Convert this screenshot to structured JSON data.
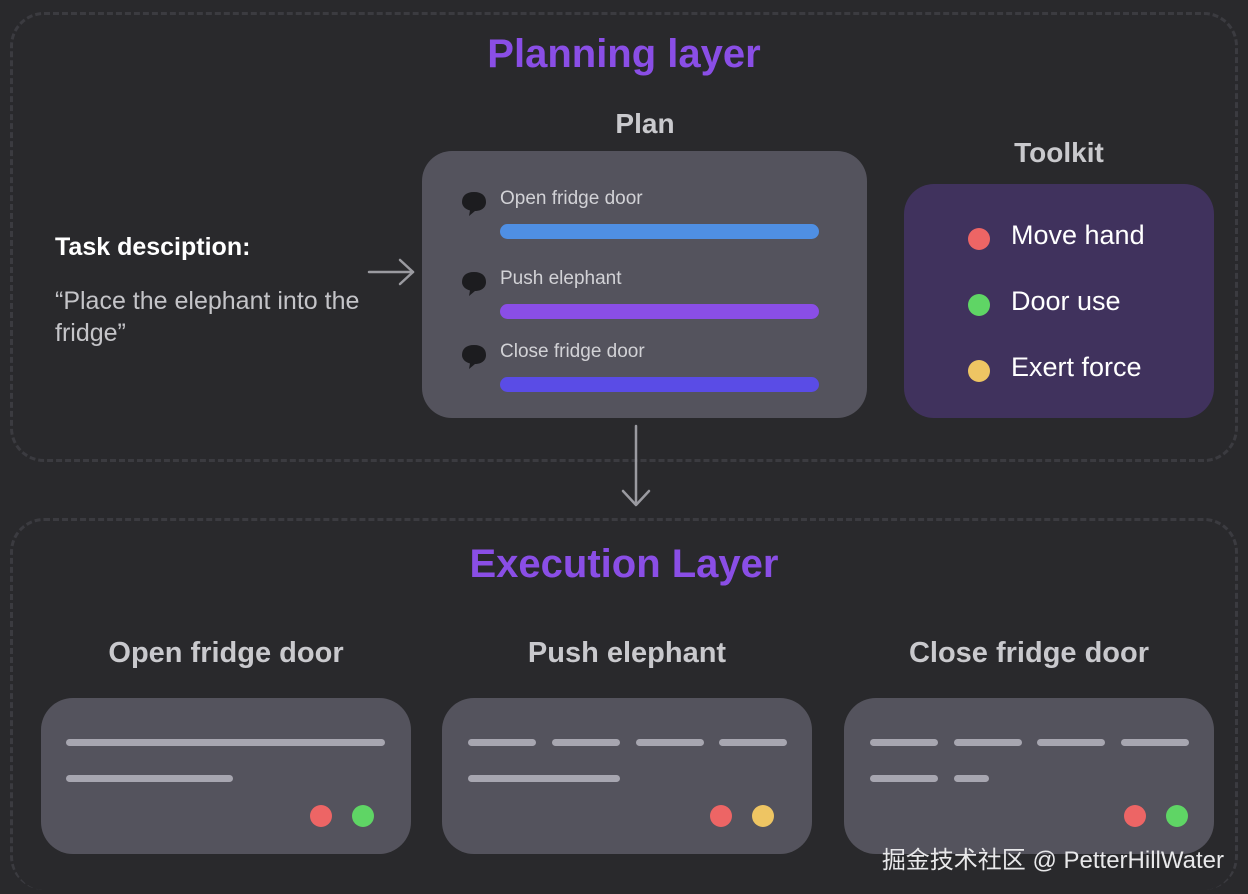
{
  "planning_layer": {
    "title": "Planning layer",
    "task": {
      "label": "Task desciption:",
      "text": "“Place the elephant into the fridge”"
    },
    "plan": {
      "heading": "Plan",
      "steps": [
        {
          "label": "Open fridge door",
          "color": "#4f8fe3"
        },
        {
          "label": "Push elephant",
          "color": "#8a4ee6"
        },
        {
          "label": "Close fridge door",
          "color": "#5a4ce6"
        }
      ]
    },
    "toolkit": {
      "heading": "Toolkit",
      "items": [
        {
          "label": "Move hand",
          "color": "#ed6565"
        },
        {
          "label": "Door use",
          "color": "#5fd565"
        },
        {
          "label": "Exert force",
          "color": "#eec563"
        }
      ]
    }
  },
  "execution_layer": {
    "title": "Execution Layer",
    "tasks": [
      {
        "heading": "Open fridge door",
        "status_dots": [
          "#ed6565",
          "#5fd565"
        ]
      },
      {
        "heading": "Push elephant",
        "status_dots": [
          "#ed6565",
          "#eec563"
        ]
      },
      {
        "heading": "Close fridge door",
        "status_dots": [
          "#ed6565",
          "#5fd565"
        ]
      }
    ]
  },
  "watermark": "掘金技术社区 @ PetterHillWater",
  "colors": {
    "background": "#29292c",
    "card": "#54535d",
    "toolkit_card": "#40325d",
    "title_purple": "#8a4ee6"
  }
}
